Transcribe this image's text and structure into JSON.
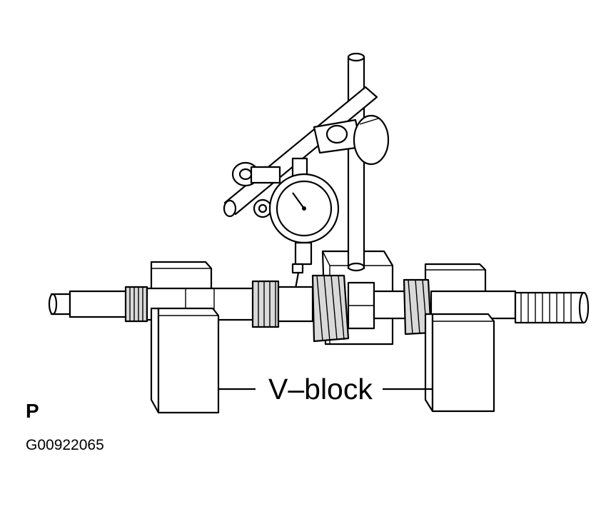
{
  "labels": {
    "v_block": "V–block",
    "panel": "P",
    "figure_id": "G00922065"
  },
  "colors": {
    "ink": "#000000",
    "paper": "#ffffff",
    "shade": "#d9d9d9"
  }
}
